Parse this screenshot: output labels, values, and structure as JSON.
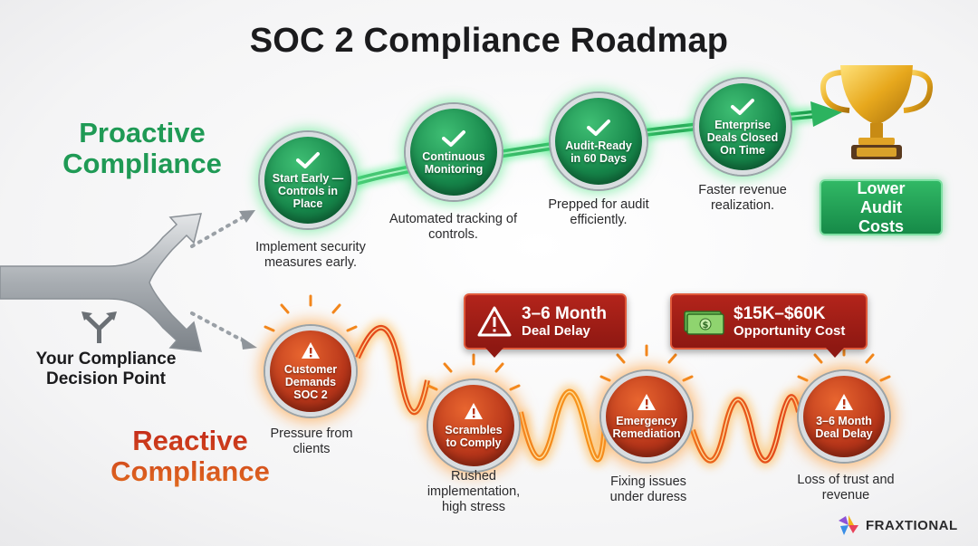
{
  "title": "SOC 2 Compliance Roadmap",
  "proactive": {
    "heading": "Proactive Compliance",
    "steps": [
      {
        "label": "Start Early — Controls in Place",
        "desc": "Implement security measures early."
      },
      {
        "label": "Continuous Monitoring",
        "desc": "Automated tracking of controls."
      },
      {
        "label": "Audit-Ready in 60 Days",
        "desc": "Prepped for audit efficiently."
      },
      {
        "label": "Enterprise Deals Closed On Time",
        "desc": "Faster revenue realization."
      }
    ],
    "outcome": "Lower Audit Costs",
    "outcome_icon": "trophy-icon"
  },
  "decision_point": "Your Compliance Decision Point",
  "reactive": {
    "heading": "Reactive Compliance",
    "steps": [
      {
        "label": "Customer Demands SOC 2",
        "desc": "Pressure from clients"
      },
      {
        "label": "Scrambles to Comply",
        "desc": "Rushed implementation, high stress"
      },
      {
        "label": "Emergency Remediation",
        "desc": "Fixing issues under duress"
      },
      {
        "label": "3–6 Month Deal Delay",
        "desc": "Loss of trust and revenue"
      }
    ],
    "callouts": [
      {
        "big": "3–6 Month",
        "small": "Deal Delay",
        "icon": "warning-icon"
      },
      {
        "big": "$15K–$60K",
        "small": "Opportunity Cost",
        "icon": "money-icon"
      }
    ]
  },
  "brand": "FRAXTIONAL",
  "colors": {
    "proactive": "#1f9a55",
    "reactive": "#c0331a",
    "callout": "#9e1d15"
  }
}
